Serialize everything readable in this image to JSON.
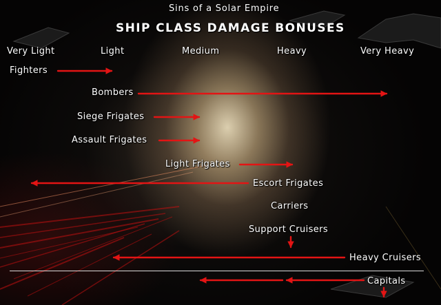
{
  "header": {
    "subtitle": "Sins of a Solar Empire",
    "title": "SHIP CLASS DAMAGE BONUSES"
  },
  "armor_levels": [
    "Very Light",
    "Light",
    "Medium",
    "Heavy",
    "Very Heavy"
  ],
  "ship_classes": [
    {
      "label": "Fighters"
    },
    {
      "label": "Bombers"
    },
    {
      "label": "Siege Frigates"
    },
    {
      "label": "Assault Frigates"
    },
    {
      "label": "Light Frigates"
    },
    {
      "label": "Escort Frigates"
    },
    {
      "label": "Carriers"
    },
    {
      "label": "Support Cruisers"
    },
    {
      "label": "Heavy Cruisers"
    },
    {
      "label": "Capitals"
    }
  ],
  "colors": {
    "arrow": "#e31414",
    "text": "#ffffff",
    "divider": "#dcdcdc"
  }
}
